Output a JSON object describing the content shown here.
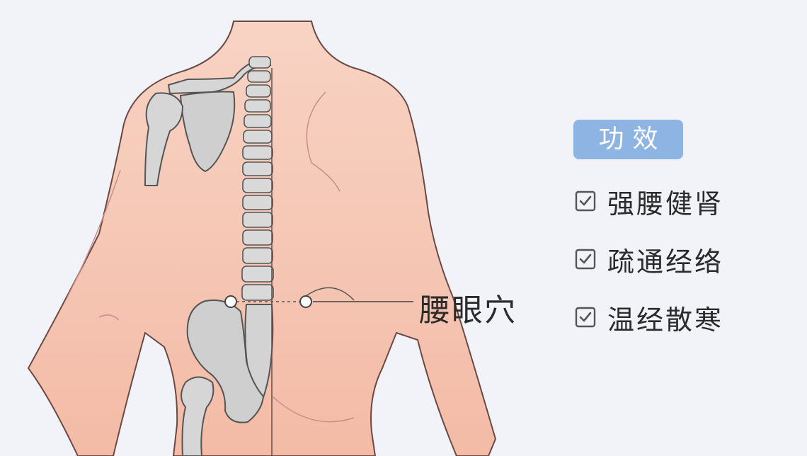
{
  "acupoint_label": "腰眼穴",
  "effects_panel": {
    "title": "功效",
    "items": [
      "强腰健肾",
      "疏通经络",
      "温经散寒"
    ]
  },
  "colors": {
    "background": "#f1f3f8",
    "skin": "#f6c9b8",
    "bone": "#c9c9c9",
    "badge": "#8eb4e4",
    "text": "#2b2b2b"
  },
  "icons": {
    "check": "checkbox-checked-icon"
  }
}
